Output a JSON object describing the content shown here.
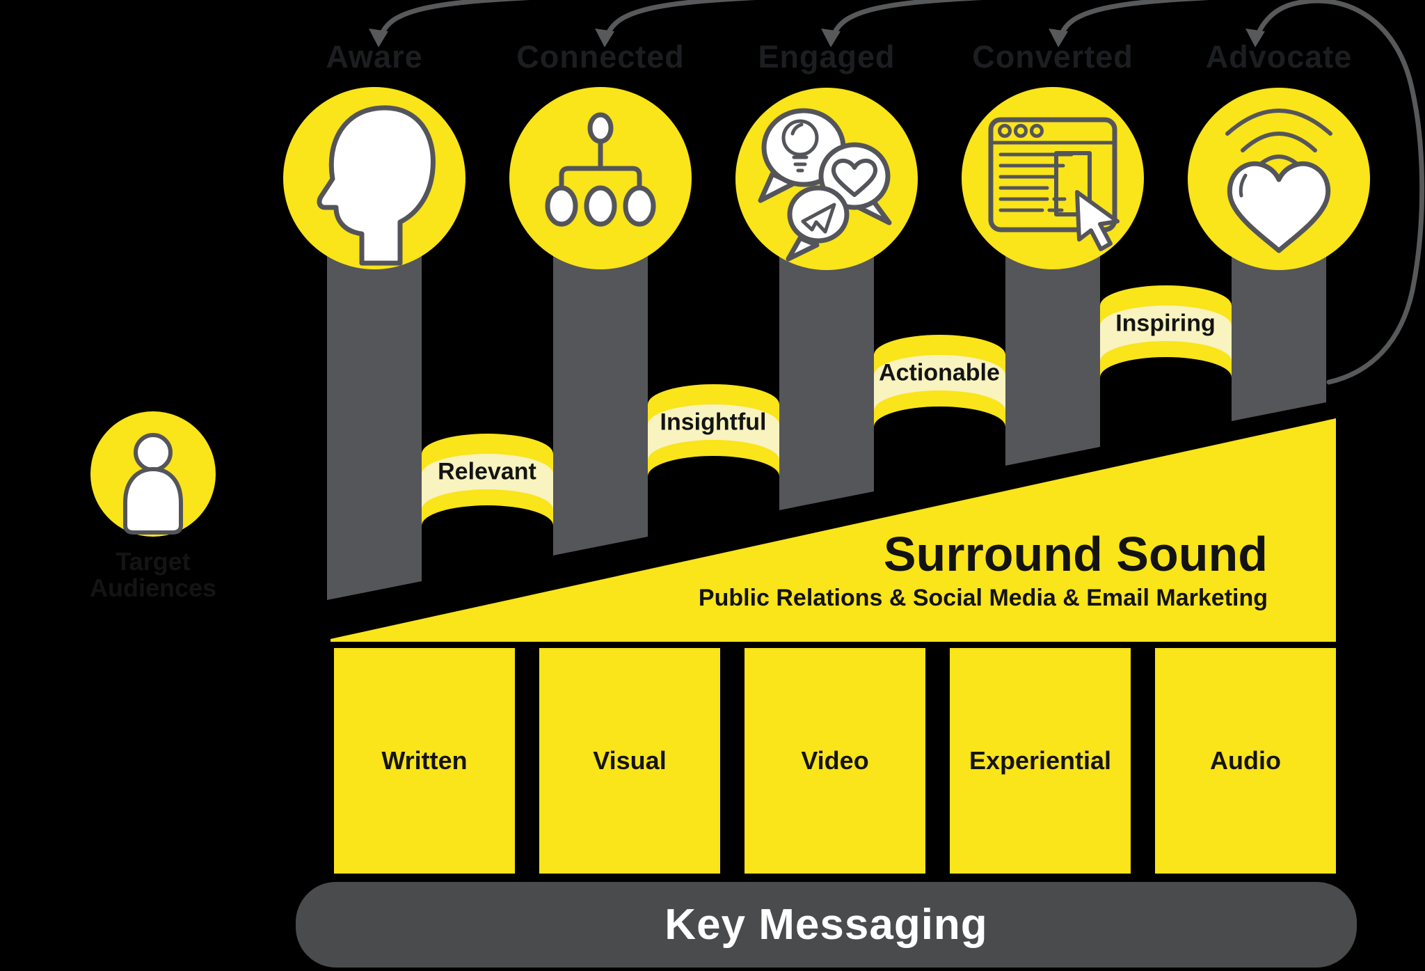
{
  "stages": [
    {
      "label": "Aware",
      "icon": "head-profile-icon"
    },
    {
      "label": "Connected",
      "icon": "org-chart-icon"
    },
    {
      "label": "Engaged",
      "icon": "speech-bubbles-icon"
    },
    {
      "label": "Converted",
      "icon": "browser-click-icon"
    },
    {
      "label": "Advocate",
      "icon": "heart-signal-icon"
    }
  ],
  "bridges": [
    {
      "label": "Relevant"
    },
    {
      "label": "Insightful"
    },
    {
      "label": "Actionable"
    },
    {
      "label": "Inspiring"
    }
  ],
  "funnel": {
    "title": "Surround Sound",
    "subtitle": "Public Relations & Social Media & Email Marketing"
  },
  "channels": [
    {
      "label": "Written"
    },
    {
      "label": "Visual"
    },
    {
      "label": "Video"
    },
    {
      "label": "Experiential"
    },
    {
      "label": "Audio"
    }
  ],
  "audience": {
    "lines": [
      "Target",
      "Audiences"
    ],
    "icon": "person-icon"
  },
  "footer": {
    "label": "Key Messaging"
  },
  "colors": {
    "yellow": "#FAE41A",
    "pale_yellow": "#F8F3BF",
    "pillar_gray": "#55565A",
    "bar_gray": "#4A4B4D",
    "arrow_gray": "#58595B",
    "icon_stroke": "#54555A",
    "stage_label_dark": "#1C1E21",
    "text_black": "#141414",
    "white": "#FFFFFF",
    "background": "#000000"
  }
}
